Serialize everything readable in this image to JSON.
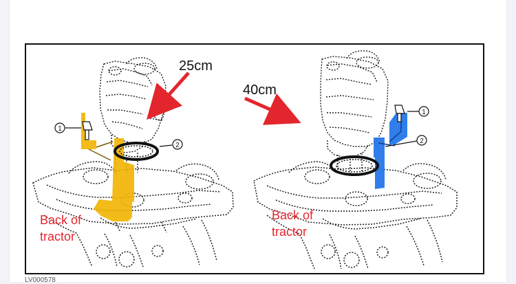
{
  "figure": {
    "panels": [
      {
        "measurement_label": "25cm",
        "back_label": "Back of tractor",
        "callouts": [
          "1",
          "2"
        ]
      },
      {
        "measurement_label": "40cm",
        "back_label": "Back of tractor",
        "callouts": [
          "1",
          "2"
        ]
      }
    ],
    "reference_code": "LV000578"
  },
  "colors": {
    "panel_1_highlight": "#f2b400",
    "panel_2_highlight": "#1f73e8",
    "arrow": "#e3262d",
    "annotation_text": "#e3262d"
  }
}
